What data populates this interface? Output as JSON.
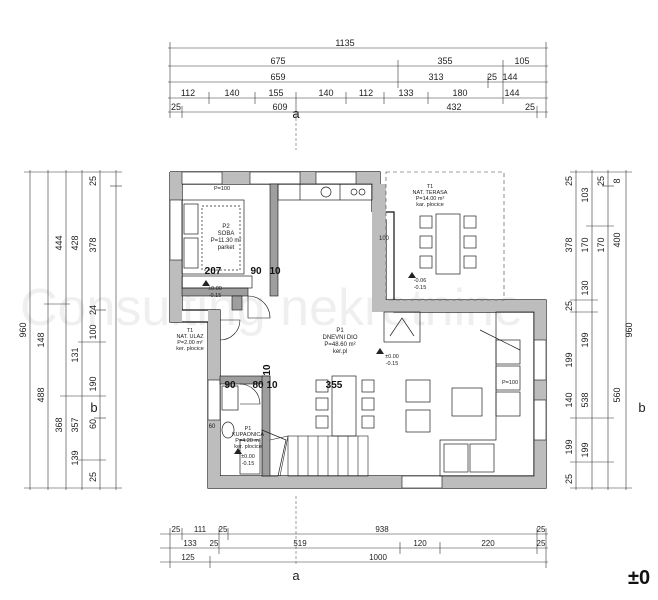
{
  "top_dims": {
    "row1": [
      "1135"
    ],
    "row2": [
      "675",
      "355",
      "105"
    ],
    "row3": [
      "659",
      "313",
      "25",
      "144"
    ],
    "row4": [
      "112",
      "140",
      "155",
      "140",
      "112",
      "133",
      "180",
      "144"
    ],
    "row5": [
      "25",
      "609",
      "432",
      "25"
    ]
  },
  "left_dims": {
    "col1": [
      "960"
    ],
    "col2": [
      "148",
      "488"
    ],
    "col3": [
      "368",
      "444"
    ],
    "col4": [
      "428",
      "131",
      "357",
      "139"
    ],
    "col5": [
      "378",
      "24",
      "100",
      "190",
      "60",
      "25"
    ],
    "col6": [
      "25"
    ]
  },
  "right_dims": {
    "col1": [
      "25",
      "378",
      "25",
      "199",
      "140",
      "199",
      "25"
    ],
    "col2": [
      "103",
      "170",
      "130",
      "199",
      "538",
      "199"
    ],
    "col3": [
      "25",
      "170",
      "400",
      "560"
    ],
    "col4": [
      "8",
      "960"
    ]
  },
  "bottom_dims": {
    "row1": [
      "25",
      "111",
      "25",
      "938",
      "25"
    ],
    "row2": [
      "133",
      "25",
      "519",
      "120",
      "220",
      "25"
    ],
    "row3": [
      "125",
      "1000"
    ]
  },
  "axes": {
    "top": "a",
    "bottom": "a",
    "left": "b",
    "right": "b"
  },
  "rooms": {
    "soba": {
      "code": "P2",
      "name": "SOBA",
      "area": "P=11.30 m²",
      "floor": "parket"
    },
    "terasa": {
      "code": "T1",
      "name": "NAT. TERASA",
      "area": "P=14.00 m²",
      "floor": "kar. plocice"
    },
    "dnevni": {
      "code": "P1",
      "name": "DNEVNI DIO",
      "area": "P=48.60 m²",
      "floor": "ker.pl"
    },
    "ulaz": {
      "code": "T1",
      "name": "NAT. ULAZ",
      "area": "P=2.00 m²",
      "floor": "ker. plocice"
    },
    "kupaonica": {
      "code": "P1",
      "name": "KUPAONICA",
      "area": "P=4.20 m²",
      "floor": "ker. plocice"
    }
  },
  "levels": {
    "soba": "±0.00",
    "soba_sub": "-0.15",
    "terasa": "-0.06",
    "terasa_sub": "-0.15",
    "dnevni": "±0.00",
    "dnevni_sub": "-0.15",
    "kupaonica": "±0.00",
    "kupaonica_sub": "-0.15"
  },
  "openings": {
    "o1": "90",
    "o1b": "10",
    "o2": "207",
    "o3": "80",
    "o4": "10",
    "o5": "355",
    "o6": "90",
    "o7": "10",
    "o8": "60",
    "o9": "100",
    "o10": "P=100",
    "o11": "P=100"
  },
  "corner_label": "±0",
  "watermark": "Consulting nekretnine"
}
